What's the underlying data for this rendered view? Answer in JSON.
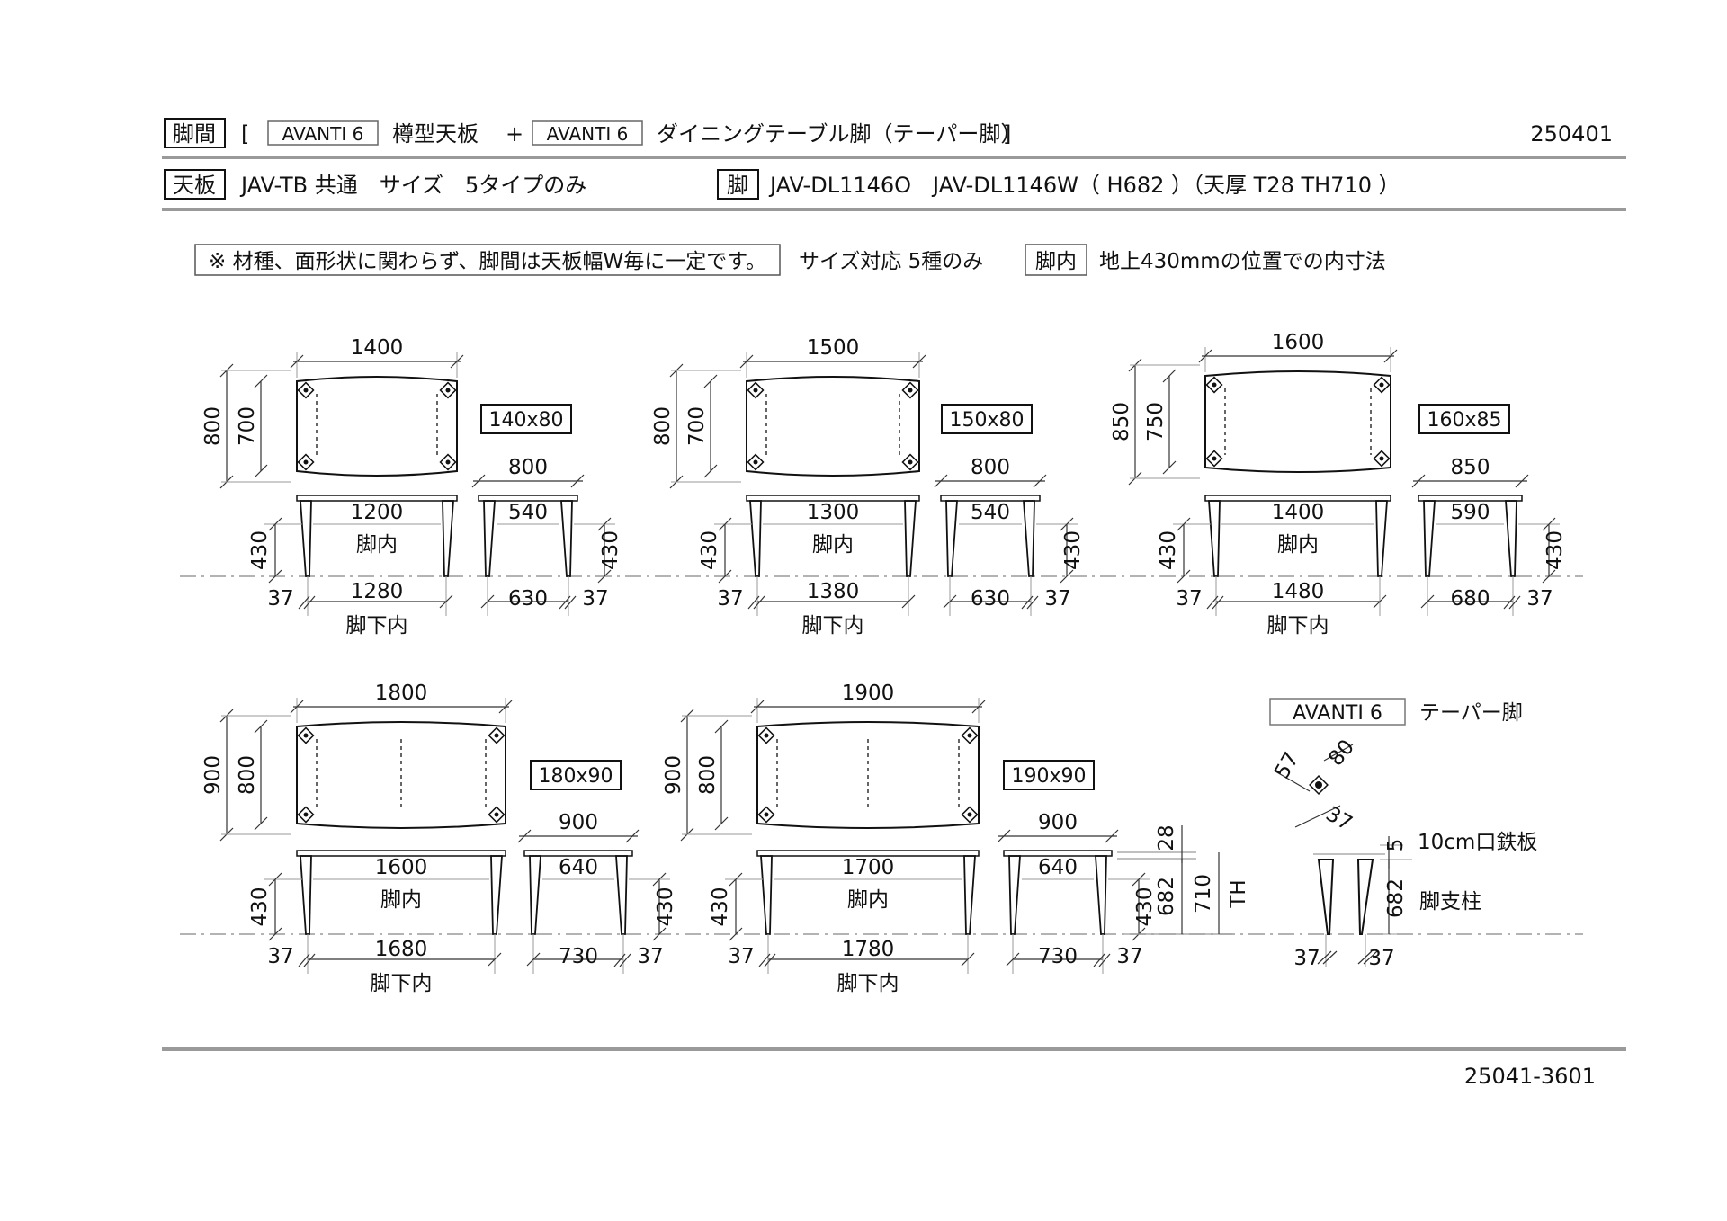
{
  "header": {
    "tag1": "脚間",
    "bracket_open": "[",
    "avanti_a": "AVANTI 6",
    "top_name": "樽型天板",
    "plus": "+",
    "avanti_b": "AVANTI 6",
    "leg_name": "ダイニングテーブル脚（テーパー脚）",
    "bracket_close": "]",
    "doc_date": "250401",
    "tag2": "天板",
    "top_spec": "JAV-TB 共通　サイズ　5タイプのみ",
    "tag3": "脚",
    "leg_spec": "JAV-DL1146O　JAV-DL1146W（ H682 ）（天厚 T28  TH710 ）"
  },
  "notes": {
    "note_box": "※ 材種、面形状に関わらず、脚間は天板幅W毎に一定です。",
    "sizes_text": "サイズ対応 5種のみ",
    "inner_tag": "脚内",
    "inner_text": "地上430mmの位置での内寸法"
  },
  "common": {
    "inner_label": "脚内",
    "floor_inner_label": "脚下内",
    "height_430": "430",
    "leg_37": "37"
  },
  "tables": [
    {
      "size_label": "140x80",
      "top_w": "1400",
      "top_d": "700",
      "outer_d": "800",
      "side_w": "800",
      "inner_w": "1200",
      "inner_d": "540",
      "floor_w": "1280",
      "floor_d": "630"
    },
    {
      "size_label": "150x80",
      "top_w": "1500",
      "top_d": "700",
      "outer_d": "800",
      "side_w": "800",
      "inner_w": "1300",
      "inner_d": "540",
      "floor_w": "1380",
      "floor_d": "630"
    },
    {
      "size_label": "160x85",
      "top_w": "1600",
      "top_d": "750",
      "outer_d": "850",
      "side_w": "850",
      "inner_w": "1400",
      "inner_d": "590",
      "floor_w": "1480",
      "floor_d": "680"
    },
    {
      "size_label": "180x90",
      "top_w": "1800",
      "top_d": "800",
      "outer_d": "900",
      "side_w": "900",
      "inner_w": "1600",
      "inner_d": "640",
      "floor_w": "1680",
      "floor_d": "730"
    },
    {
      "size_label": "190x90",
      "top_w": "1900",
      "top_d": "800",
      "outer_d": "900",
      "side_w": "900",
      "inner_w": "1700",
      "inner_d": "640",
      "floor_w": "1780",
      "floor_d": "730"
    }
  ],
  "height_detail": {
    "t28": "28",
    "h682": "682",
    "th710": "710",
    "th": "TH"
  },
  "leg_detail": {
    "avanti": "AVANTI 6",
    "title": "テーパー脚",
    "d57": "57",
    "d80": "80",
    "d37_top": "37",
    "plate_5": "5",
    "plate_text": "10cm口鉄板",
    "leg_682": "682",
    "post_text": "脚支柱",
    "bottom_37_left": "37",
    "bottom_37_right": "37"
  },
  "footer": {
    "doc_number": "25041-3601"
  }
}
